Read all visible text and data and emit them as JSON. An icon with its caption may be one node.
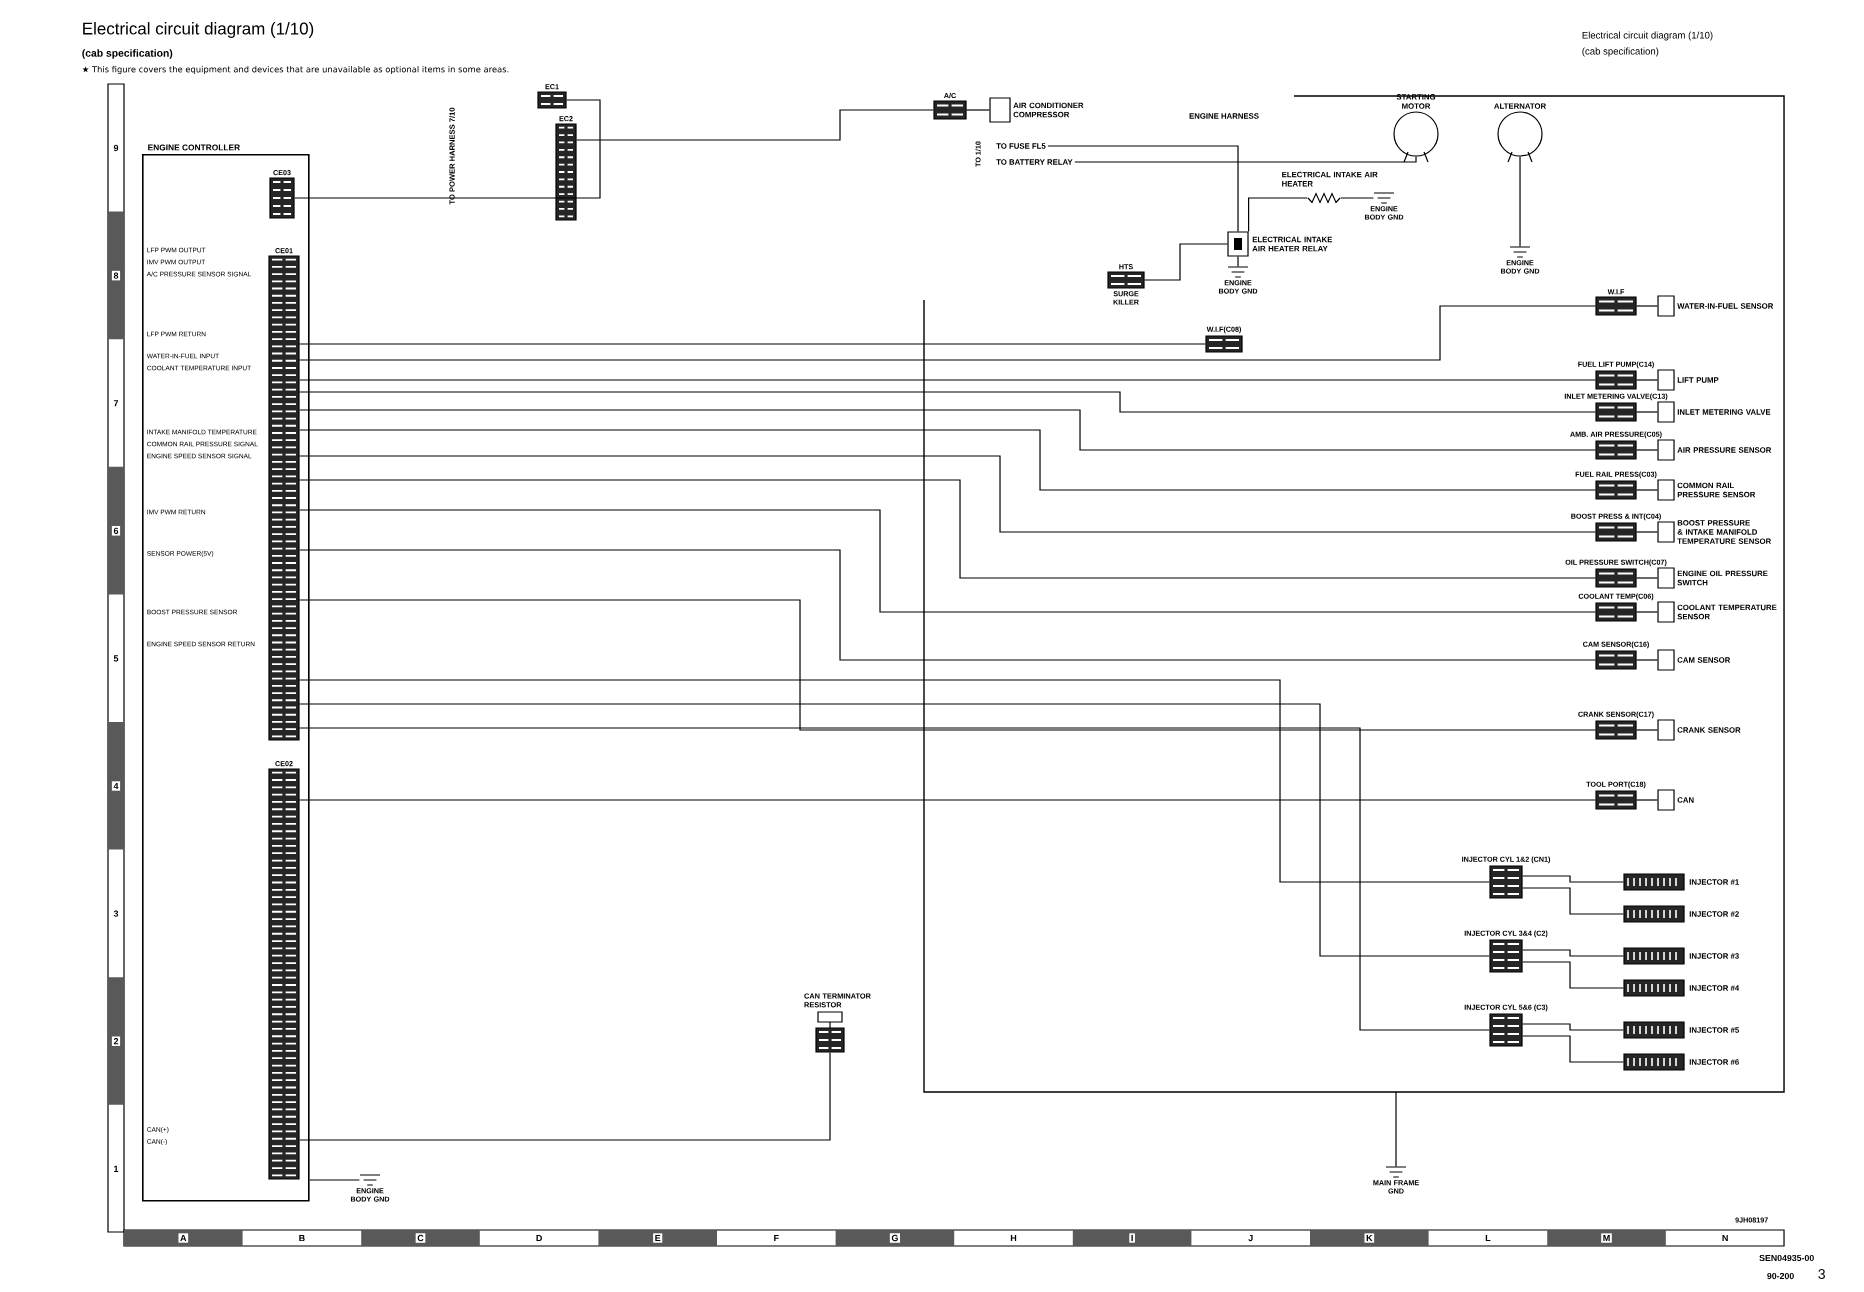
{
  "diagram": {
    "title": "Electrical circuit diagram (1/10)",
    "nodes": [
      {
        "text": [
          "ENGINE CONTROLLER"
        ]
      },
      {
        "text": [
          "CE03"
        ],
        "in": 0
      },
      {
        "text": [
          "CE01"
        ],
        "in": 0
      },
      {
        "text": [
          "CE02"
        ],
        "in": 0
      },
      {
        "text": [
          "EC1"
        ]
      },
      {
        "text": [
          "EC2"
        ]
      },
      {
        "text": [
          "A/C"
        ]
      },
      {
        "text": [
          "AIR CONDITIONER COMPRESSOR"
        ]
      },
      {
        "text": [
          "TO FUSE FL5"
        ]
      },
      {
        "text": [
          "TO BATTERY RELAY"
        ]
      },
      {
        "text": [
          "STARTING MOTOR"
        ]
      },
      {
        "text": [
          "ALTERNATOR"
        ]
      },
      {
        "text": [
          "ELECTRICAL INTAKE AIR HEATER"
        ]
      },
      {
        "text": [
          "ELECTRICAL INTAKE AIR HEATER RELAY"
        ]
      },
      {
        "text": [
          "HTS",
          "SURGE KILLER"
        ]
      },
      {
        "text": [
          "ENGINE BODY GND"
        ]
      },
      {
        "text": [
          "ENGINE BODY GND"
        ]
      },
      {
        "text": [
          "ENGINE BODY GND"
        ]
      },
      {
        "text": [
          "W.I.F(C08)"
        ]
      },
      {
        "text": [
          "W.I.F"
        ]
      },
      {
        "text": [
          "WATER-IN-FUEL SENSOR"
        ]
      },
      {
        "text": [
          "FUEL LIFT PUMP(C14)"
        ]
      },
      {
        "text": [
          "LIFT PUMP"
        ]
      },
      {
        "text": [
          "INLET METERING VALVE(C13)"
        ]
      },
      {
        "text": [
          "INLET METERING VALVE"
        ]
      },
      {
        "text": [
          "AMB. AIR PRESSURE(C05)"
        ]
      },
      {
        "text": [
          "AIR PRESSURE SENSOR"
        ]
      },
      {
        "text": [
          "FUEL RAIL PRESS(C03)"
        ]
      },
      {
        "text": [
          "COMMON RAIL PRESSURE SENSOR"
        ]
      },
      {
        "text": [
          "BOOST PRESS & INT(C04)"
        ]
      },
      {
        "text": [
          "BOOST PRESSURE & INTAKE MANIFOLD TEMPERATURE SENSOR"
        ]
      },
      {
        "text": [
          "OIL PRESSURE SWITCH(C07)"
        ]
      },
      {
        "text": [
          "ENGINE OIL PRESSURE SWITCH"
        ]
      },
      {
        "text": [
          "COOLANT TEMP(C06)"
        ]
      },
      {
        "text": [
          "COOLANT TEMPERATURE SENSOR"
        ]
      },
      {
        "text": [
          "CAM SENSOR(C16)"
        ]
      },
      {
        "text": [
          "CAM SENSOR"
        ]
      },
      {
        "text": [
          "CRANK SENSOR(C17)"
        ]
      },
      {
        "text": [
          "CRANK SENSOR"
        ]
      },
      {
        "text": [
          "TOOL PORT(C18)"
        ]
      },
      {
        "text": [
          "CAN"
        ]
      },
      {
        "text": [
          "INJECTOR CYL 1&2 (CN1)"
        ]
      },
      {
        "text": [
          "INJECTOR CYL 3&4 (C2)"
        ]
      },
      {
        "text": [
          "INJECTOR CYL 5&6 (C3)"
        ]
      },
      {
        "text": [
          "INJECTOR #1"
        ]
      },
      {
        "text": [
          "INJECTOR #2"
        ]
      },
      {
        "text": [
          "INJECTOR #3"
        ]
      },
      {
        "text": [
          "INJECTOR #4"
        ]
      },
      {
        "text": [
          "INJECTOR #5"
        ]
      },
      {
        "text": [
          "INJECTOR #6"
        ]
      },
      {
        "text": [
          "CAN TERMINATOR RESISTOR"
        ]
      },
      {
        "text": [
          "ENGINE BODY GND"
        ]
      },
      {
        "text": [
          "MAIN FRAME GND"
        ]
      }
    ],
    "edges": [
      {
        "from": 2,
        "to": 19,
        "arrow": "none"
      },
      {
        "from": 2,
        "to": 18,
        "arrow": "none"
      },
      {
        "from": 2,
        "to": 21,
        "arrow": "none"
      },
      {
        "from": 2,
        "to": 23,
        "arrow": "none"
      },
      {
        "from": 2,
        "to": 25,
        "arrow": "none"
      },
      {
        "from": 2,
        "to": 27,
        "arrow": "none"
      },
      {
        "from": 2,
        "to": 29,
        "arrow": "none"
      },
      {
        "from": 2,
        "to": 31,
        "arrow": "none"
      },
      {
        "from": 2,
        "to": 33,
        "arrow": "none"
      },
      {
        "from": 2,
        "to": 35,
        "arrow": "none"
      },
      {
        "from": 2,
        "to": 37,
        "arrow": "none"
      },
      {
        "from": 3,
        "to": 39,
        "arrow": "none"
      },
      {
        "from": 2,
        "to": 41,
        "arrow": "none"
      },
      {
        "from": 2,
        "to": 42,
        "arrow": "none"
      },
      {
        "from": 2,
        "to": 43,
        "arrow": "none"
      },
      {
        "from": 19,
        "to": 20,
        "arrow": "none"
      },
      {
        "from": 21,
        "to": 22,
        "arrow": "none"
      },
      {
        "from": 23,
        "to": 24,
        "arrow": "none"
      },
      {
        "from": 25,
        "to": 26,
        "arrow": "none"
      },
      {
        "from": 27,
        "to": 28,
        "arrow": "none"
      },
      {
        "from": 29,
        "to": 30,
        "arrow": "none"
      },
      {
        "from": 31,
        "to": 32,
        "arrow": "none"
      },
      {
        "from": 33,
        "to": 34,
        "arrow": "none"
      },
      {
        "from": 35,
        "to": 36,
        "arrow": "none"
      },
      {
        "from": 37,
        "to": 38,
        "arrow": "none"
      },
      {
        "from": 39,
        "to": 40,
        "arrow": "none"
      },
      {
        "from": 41,
        "to": 44,
        "arrow": "none"
      },
      {
        "from": 41,
        "to": 45,
        "arrow": "none"
      },
      {
        "from": 42,
        "to": 46,
        "arrow": "none"
      },
      {
        "from": 42,
        "to": 47,
        "arrow": "none"
      },
      {
        "from": 43,
        "to": 48,
        "arrow": "none"
      },
      {
        "from": 43,
        "to": 49,
        "arrow": "none"
      },
      {
        "from": 1,
        "to": 4,
        "arrow": "none"
      },
      {
        "from": 5,
        "to": 6,
        "arrow": "none"
      },
      {
        "from": 6,
        "to": 7,
        "arrow": "none"
      },
      {
        "from": 8,
        "to": 13,
        "arrow": "none"
      },
      {
        "from": 9,
        "to": 10,
        "arrow": "none"
      },
      {
        "from": 13,
        "to": 12,
        "arrow": "none"
      },
      {
        "from": 12,
        "to": 16,
        "arrow": "none"
      },
      {
        "from": 14,
        "to": 13,
        "arrow": "none"
      },
      {
        "from": 13,
        "to": 15,
        "arrow": "none"
      },
      {
        "from": 11,
        "to": 17,
        "arrow": "none"
      },
      {
        "from": 3,
        "to": 50,
        "arrow": "none"
      },
      {
        "from": 0,
        "to": 51,
        "arrow": "none"
      },
      {
        "from": null,
        "to": 52,
        "arrow": "none"
      }
    ],
    "labels": [
      "(cab specification)",
      "★ This figure covers the equipment and devices that are unavailable as optional items in some areas.",
      "Electrical circuit diagram (1/10)",
      "(cab specification)",
      "TO POWER HARNESS 7/10",
      "ENGINE HARNESS",
      "TO 1/10",
      "LFP PWM OUTPUT",
      "IMV PWM OUTPUT",
      "A/C PRESSURE SENSOR SIGNAL",
      "LFP PWM RETURN",
      "WATER-IN-FUEL INPUT",
      "COOLANT TEMPERATURE INPUT",
      "INTAKE MANIFOLD TEMPERATURE",
      "COMMON RAIL PRESSURE SIGNAL",
      "ENGINE SPEED SENSOR SIGNAL",
      "IMV PWM RETURN",
      "SENSOR POWER(5V)",
      "BOOST PRESSURE SENSOR",
      "ENGINE SPEED SENSOR RETURN",
      "CAN(+)",
      "CAN(-)",
      "9",
      "8",
      "7",
      "6",
      "5",
      "4",
      "3",
      "2",
      "1",
      "A",
      "B",
      "C",
      "D",
      "E",
      "F",
      "G",
      "H",
      "I",
      "J",
      "K",
      "L",
      "M",
      "N",
      "9JH08197",
      "SEN04935-00",
      "90-200",
      "3"
    ]
  }
}
